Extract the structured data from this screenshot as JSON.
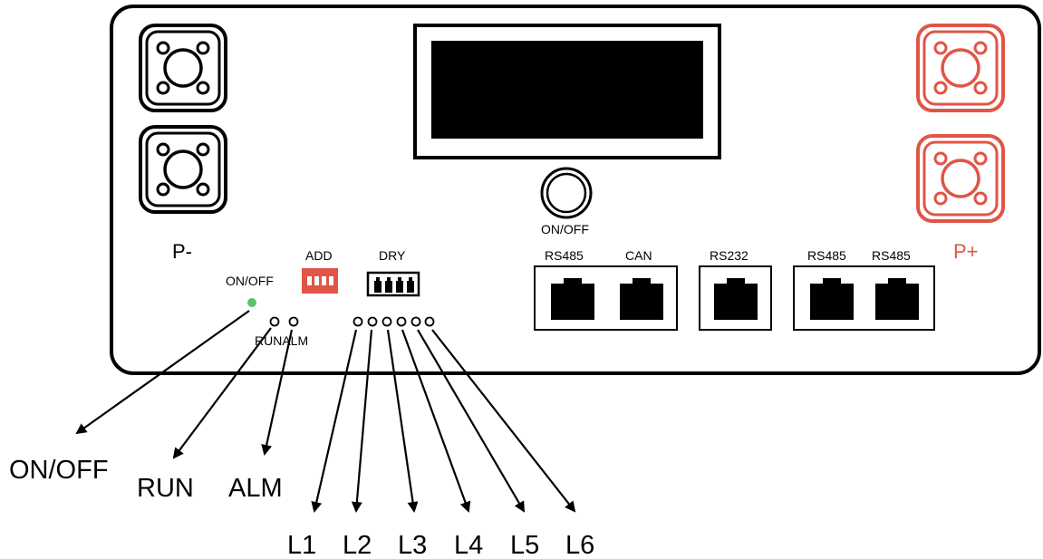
{
  "terminals": {
    "negative_label": "P-",
    "positive_label": "P+"
  },
  "power_button": {
    "label": "ON/OFF"
  },
  "dip_switches": {
    "add_label": "ADD",
    "dry_label": "DRY"
  },
  "indicators": {
    "power_led_label": "ON/OFF",
    "run_alm_label": "RUNALM"
  },
  "ports": {
    "group1": [
      "RS485",
      "CAN"
    ],
    "group2": [
      "RS232"
    ],
    "group3": [
      "RS485",
      "RS485"
    ]
  },
  "callouts": {
    "onoff": "ON/OFF",
    "run": "RUN",
    "alm": "ALM",
    "levels": [
      "L1",
      "L2",
      "L3",
      "L4",
      "L5",
      "L6"
    ]
  },
  "colors": {
    "negative_terminal": "#000000",
    "positive_terminal": "#e05547",
    "power_led": "#5cc46a",
    "add_switch": "#e05547"
  }
}
